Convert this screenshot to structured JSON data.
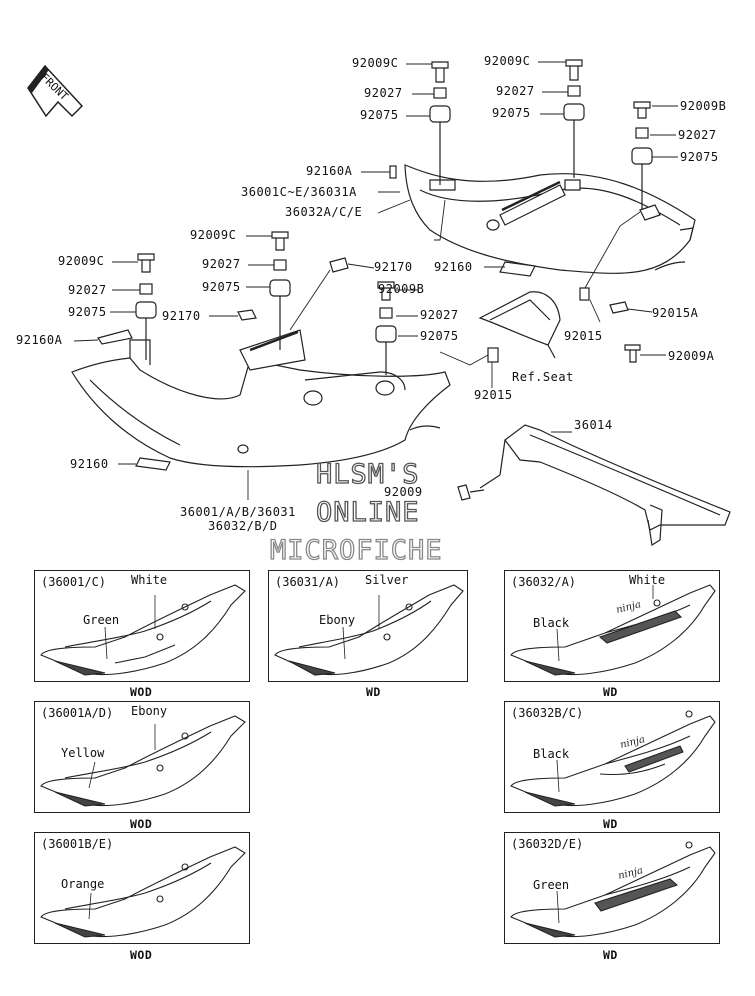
{
  "front_label": "FRONT",
  "parts": {
    "p92009c_1": "92009C",
    "p92009c_2": "92009C",
    "p92009c_3": "92009C",
    "p92009c_4": "92009C",
    "p92027_1": "92027",
    "p92027_2": "92027",
    "p92027_3": "92027",
    "p92027_4": "92027",
    "p92027_5": "92027",
    "p92027_6": "92027",
    "p92075_1": "92075",
    "p92075_2": "92075",
    "p92075_3": "92075",
    "p92075_4": "92075",
    "p92075_5": "92075",
    "p92075_6": "92075",
    "p92009b_1": "92009B",
    "p92009b_2": "92009B",
    "p92160a_1": "92160A",
    "p92160a_2": "92160A",
    "p36001c": "36001C~E/36031A",
    "p36032ace": "36032A/C/E",
    "p92170_1": "92170",
    "p92170_2": "92170",
    "p92160_1": "92160",
    "p92160_2": "92160",
    "p92015_1": "92015",
    "p92015_2": "92015",
    "p92015a": "92015A",
    "p92009a": "92009A",
    "ref_seat": "Ref.Seat",
    "p36014": "36014",
    "p92009": "92009",
    "p36001ab": "36001/A/B/36031",
    "p36032bd": "36032/B/D"
  },
  "watermark": [
    "HLSM'S",
    "ONLINE",
    "MICROFICHE"
  ],
  "variants": [
    {
      "title": "(36001/C)",
      "colors": [
        "White",
        "Green"
      ],
      "code": "WOD"
    },
    {
      "title": "(36031/A)",
      "colors": [
        "Silver",
        "Ebony"
      ],
      "code": "WD"
    },
    {
      "title": "(36032/A)",
      "colors": [
        "White",
        "Black"
      ],
      "code": "WD"
    },
    {
      "title": "(36001A/D)",
      "colors": [
        "Ebony",
        "Yellow"
      ],
      "code": "WOD"
    },
    {
      "title": "(36032B/C)",
      "colors": [
        "Black"
      ],
      "code": "WD"
    },
    {
      "title": "(36001B/E)",
      "colors": [
        "Orange"
      ],
      "code": "WOD"
    },
    {
      "title": "(36032D/E)",
      "colors": [
        "Green"
      ],
      "code": "WD"
    }
  ]
}
